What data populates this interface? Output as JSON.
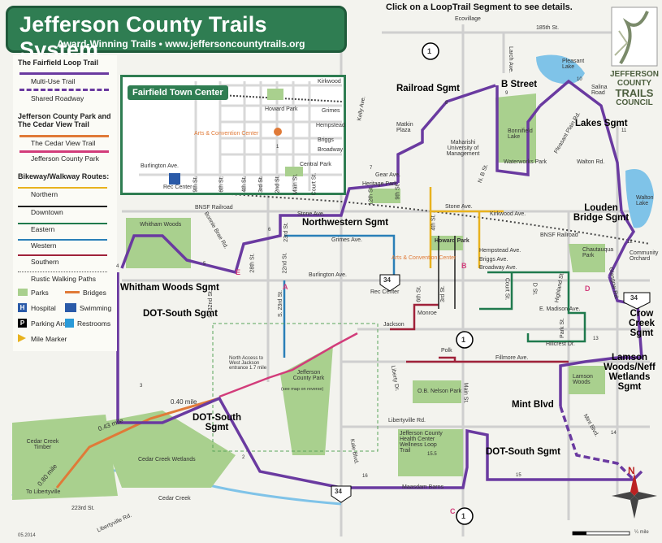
{
  "header": {
    "title": "Jefferson County Trails System",
    "subtitle": "Award-Winning Trails  •  www.jeffersoncountytrails.org",
    "hint": "Click on a LoopTrail Segment to see details."
  },
  "legend": {
    "fairfield_heading": "The Fairfield Loop Trail",
    "multi_use": "Multi-Use Trail",
    "shared_roadway": "Shared Roadway",
    "park_heading": "Jefferson County Park and The Cedar View Trail",
    "cedar_view": "The Cedar View Trail",
    "jc_park": "Jefferson County Park",
    "bikeway_heading": "Bikeway/Walkway Routes:",
    "northern": "Northern",
    "downtown": "Downtown",
    "eastern": "Eastern",
    "western": "Western",
    "southern": "Southern",
    "rustic": "Rustic Walking Paths",
    "parks": "Parks",
    "bridges": "Bridges",
    "hospital": "Hospital",
    "swimming": "Swimming",
    "parking": "Parking Areas",
    "restrooms": "Restrooms",
    "mile_marker": "Mile Marker"
  },
  "inset": {
    "title": "Fairfield Town Center",
    "labels": [
      "Kirkwood",
      "Howard Park",
      "Grimes",
      "Hempstead",
      "Briggs",
      "Broadway",
      "Arts & Convention Center",
      "Central Park",
      "Burlington Ave.",
      "Rec Center",
      "9th St.",
      "6th St.",
      "4th St.",
      "3rd St.",
      "2nd St.",
      "Main St.",
      "Court St."
    ]
  },
  "segments": {
    "railroad": "Railroad Sgmt",
    "b_street": "B Street",
    "lakes": "Lakes Sgmt",
    "northwestern": "Northwestern Sgmt",
    "louden": "Louden Bridge Sgmt",
    "whitham": "Whitham Woods Sgmt",
    "dot_south_1": "DOT-South Sgmt",
    "dot_south_2": "DOT-South Sgmt",
    "dot_south_3": "DOT-South Sgmt",
    "crow_creek": "Crow Creek Sgmt",
    "lamson": "Lamson Woods/Neff Wetlands Sgmt",
    "mint": "Mint Blvd"
  },
  "places": {
    "ecovillage": "Ecovillage",
    "st185": "185th St.",
    "pleasant_lake": "Pleasant Lake",
    "salina": "Salina Road",
    "matkin": "Matkin Plaza",
    "mum": "Maharishi University of Management",
    "bonnifield": "Bonnifield Lake",
    "waterworks": "Waterworks Park",
    "walton_rd": "Walton Rd.",
    "walton_lake": "Walton Lake",
    "heritage": "Heritage Park",
    "whitham_woods": "Whitham Woods",
    "bnsf": "BNSF Railroad",
    "bnsf2": "BNSF Railroad",
    "chautauqua": "Chautauqua Park",
    "community_orchard": "Community Orchard",
    "stone_ave": "Stone Ave.",
    "stone_ave2": "Stone Ave.",
    "kirkwood": "Kirkwood Ave.",
    "grimes": "Grimes Ave.",
    "burlington": "Burlington Ave.",
    "howard_park": "Howard Park",
    "arts": "Arts & Convention Center",
    "rec_center": "Rec Center",
    "hempstead": "Hempstead Ave.",
    "briggs": "Briggs Ave.",
    "broadway": "Broadway Ave.",
    "madison": "E. Madison Ave.",
    "hillcrest": "Hillcrest Dr.",
    "fillmore": "Fillmore Ave.",
    "jackson": "Jackson",
    "monroe": "Monroe",
    "polk": "Polk",
    "jc_park": "Jefferson County Park",
    "jc_park_note": "(see map on reverse)",
    "north_access": "North Access to West Jackson entrance 1.7 mile",
    "on_nelson": "O.B. Nelson Park",
    "libertyville_rd": "Libertyville Rd.",
    "jc_health": "Jefferson County Health Center Wellness Loop Trail",
    "maasdam": "Maasdam Barns",
    "cedar_creek_timber": "Cedar Creek Timber",
    "cedar_creek_wetlands": "Cedar Creek Wetlands",
    "cedar_creek": "Cedar Creek",
    "to_libertyville": "To Libertyville",
    "st223": "223rd St.",
    "libertyville_rd2": "Libertyville Rd.",
    "mile_040": "0.40 mile",
    "mile_043": "0.43 mile",
    "mile_080": "0.80 mile",
    "lamson_woods": "Lamson Woods",
    "gear_ave": "Gear Ave.",
    "larch_ave": "Larch Ave.",
    "pleasant_plain": "Pleasant Plain Rd.",
    "glasgow": "Glasgow Rd.",
    "mint_blvd": "Mint Blvd.",
    "kale_blvd": "Kale Blvd.",
    "liberty_dr": "Liberty Dr.",
    "main_st": "Main St.",
    "court_st": "Court St.",
    "d_st": "D St.",
    "n_b_st": "N. B St.",
    "st12": "12th St.",
    "st9": "9th St.",
    "st23": "23rd St.",
    "st22": "22nd St.",
    "st28": "28th St.",
    "s23": "S. 23rd St.",
    "s32": "S. 32nd St.",
    "st6": "6th St.",
    "st4": "4th St.",
    "st3": "3rd St.",
    "highland": "Highland St.",
    "park_st": "Park St.",
    "bonnie_brae": "Bonnie Brae Rd.",
    "kelly_ave": "Kelly Ave."
  },
  "council": {
    "line1": "JEFFERSON",
    "line2": "COUNTY",
    "line3": "TRAILS",
    "line4": "COUNCIL"
  },
  "routes": [
    "1",
    "1",
    "1",
    "34",
    "34",
    "34"
  ],
  "markers": [
    "1",
    "2",
    "3",
    "4",
    "5",
    "6",
    "7",
    "8",
    "9",
    "10",
    "11",
    "12",
    "13",
    "14",
    "15",
    "15.5",
    "16"
  ],
  "letters": [
    "A",
    "B",
    "C",
    "D",
    "E"
  ],
  "footer": {
    "date": "05.2014",
    "scale": "¼ mile",
    "north": "N"
  },
  "colors": {
    "loop_trail": "#6a3aa0",
    "cedar_view": "#e07a38",
    "jc_park_trail": "#d23c7a",
    "northern": "#e8b21e",
    "downtown": "#1f1f1f",
    "eastern": "#1f7a4d",
    "western": "#2a7fb8",
    "southern": "#a0223a",
    "park": "#a9d08e",
    "water": "#7fc3e8",
    "banner": "#2f7d52"
  }
}
